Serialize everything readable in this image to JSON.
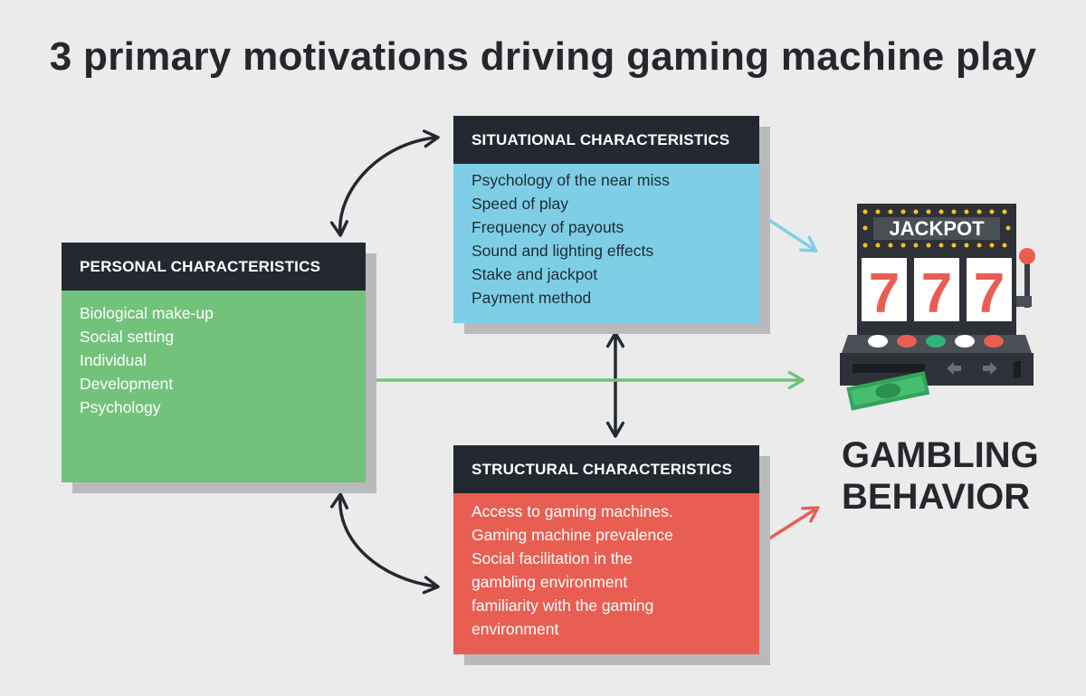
{
  "title": "3 primary motivations driving gaming machine play",
  "personal": {
    "heading": "PERSONAL CHARACTERISTICS",
    "items": [
      "Biological make-up",
      "Social setting",
      "Individual",
      "Development",
      "Psychology"
    ]
  },
  "situational": {
    "heading": "SITUATIONAL CHARACTERISTICS",
    "items": [
      "Psychology of the near miss",
      "Speed of play",
      "Frequency of payouts",
      "Sound and lighting effects",
      "Stake and jackpot",
      "Payment method"
    ]
  },
  "structural": {
    "heading": "STRUCTURAL CHARACTERISTICS",
    "items": [
      "Access to gaming machines.",
      "Gaming machine prevalence",
      "Social facilitation in the",
      "gambling environment",
      "familiarity with the gaming",
      "environment"
    ]
  },
  "machine": {
    "sign": "JACKPOT",
    "reels": [
      "7",
      "7",
      "7"
    ]
  },
  "outcome": {
    "line1": "GAMBLING",
    "line2": "BEHAVIOR"
  },
  "colors": {
    "personal": "#72c27b",
    "situational": "#7ecfe6",
    "structural": "#e95e52",
    "header": "#232831",
    "arrow": "#232831"
  }
}
